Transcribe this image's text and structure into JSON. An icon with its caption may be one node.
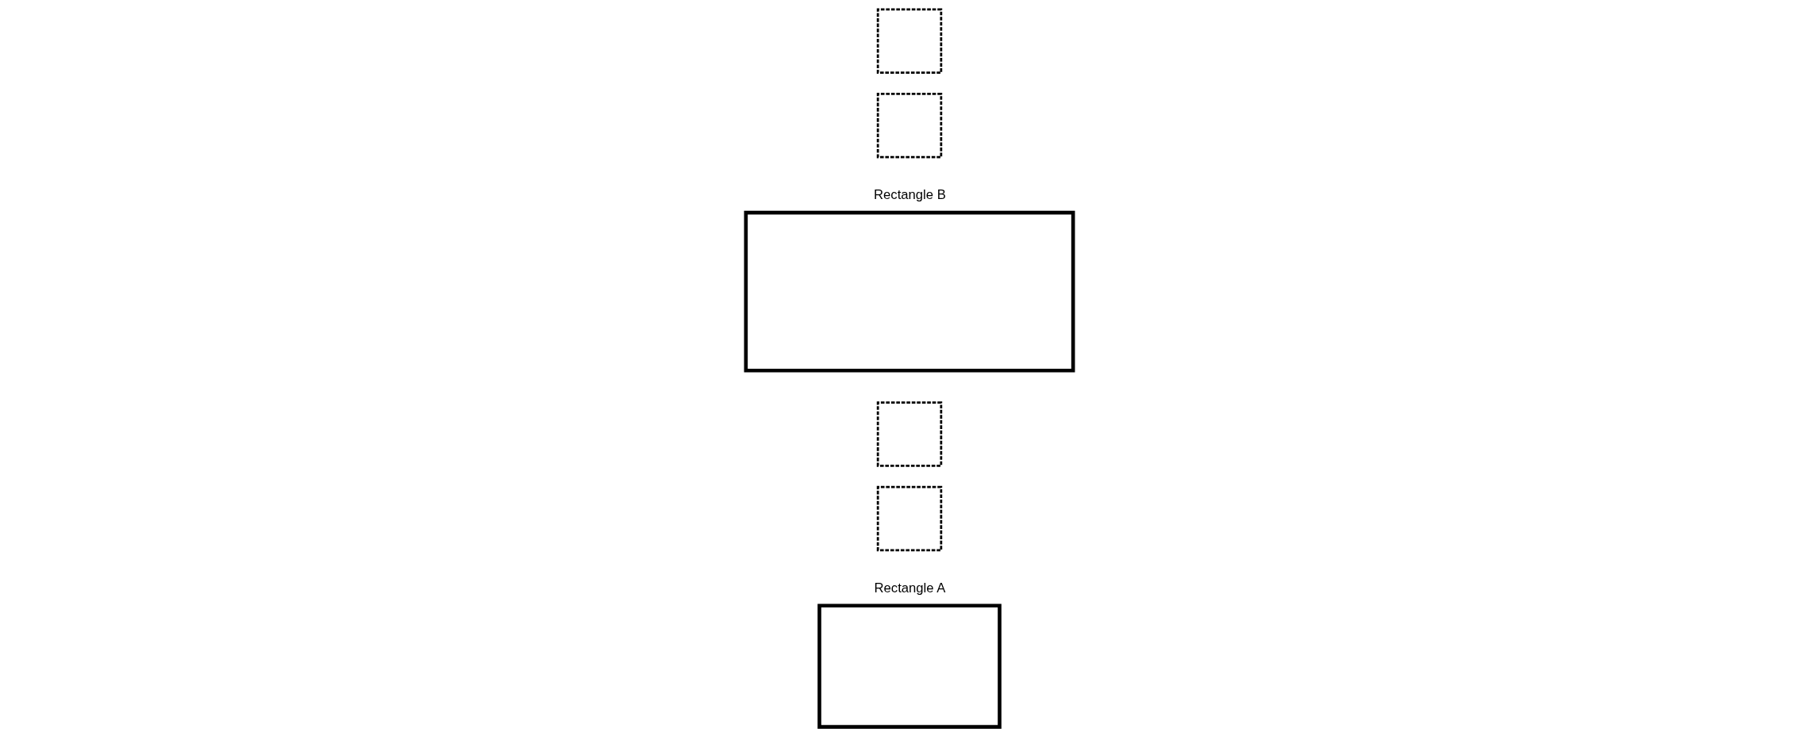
{
  "diagram": {
    "nodes": [
      {
        "text": [
          "Rectangle A"
        ]
      },
      {
        "text": [],
        "shape": "box"
      },
      {
        "text": [],
        "shape": "box"
      },
      {
        "text": [
          "Rectangle B"
        ]
      },
      {
        "text": [],
        "shape": "box"
      },
      {
        "text": [],
        "shape": "box"
      }
    ]
  }
}
